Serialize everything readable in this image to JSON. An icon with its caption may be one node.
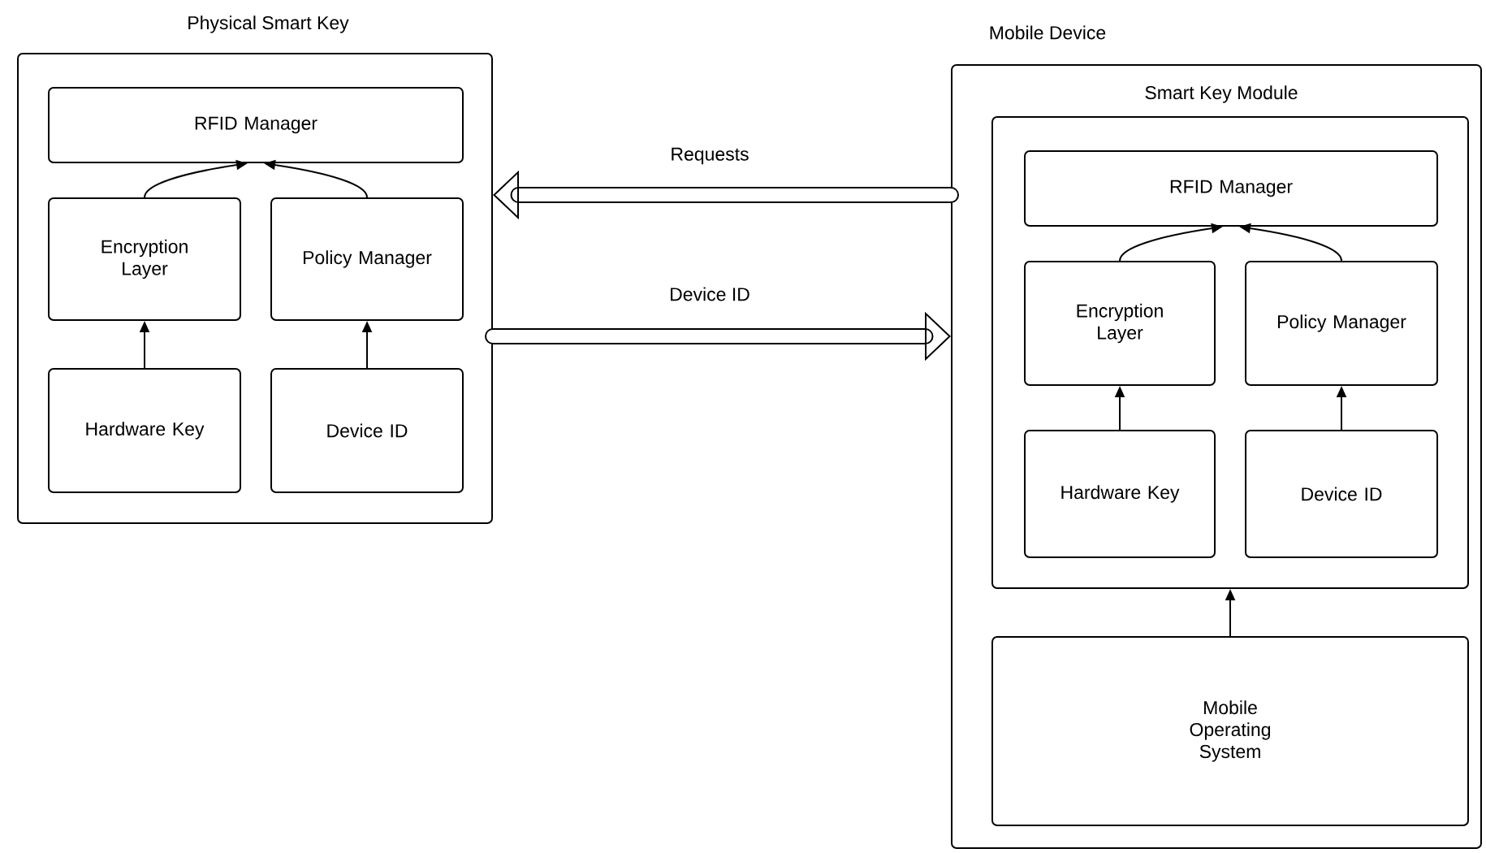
{
  "diagram": {
    "nodes": [
      {
        "text": [
          "Physical Smart Key"
        ]
      },
      {
        "text": [
          "RFID Manager"
        ],
        "in": 0
      },
      {
        "text": [
          "Encryption Layer"
        ],
        "in": 0
      },
      {
        "text": [
          "Policy Manager"
        ],
        "in": 0
      },
      {
        "text": [
          "Hardware Key"
        ],
        "in": 0
      },
      {
        "text": [
          "Device ID"
        ],
        "in": 0
      },
      {
        "text": [
          "Mobile Device"
        ]
      },
      {
        "text": [
          "Smart Key Module"
        ],
        "in": 6
      },
      {
        "text": [
          "RFID Manager"
        ],
        "in": 7
      },
      {
        "text": [
          "Encryption Layer"
        ],
        "in": 7
      },
      {
        "text": [
          "Policy Manager"
        ],
        "in": 7
      },
      {
        "text": [
          "Hardware Key"
        ],
        "in": 7
      },
      {
        "text": [
          "Device ID"
        ],
        "in": 7
      },
      {
        "text": [
          "Mobile Operating System"
        ],
        "in": 6
      }
    ],
    "edges": [
      {
        "from": 2,
        "to": 1,
        "arrow": "to"
      },
      {
        "from": 3,
        "to": 1,
        "arrow": "to"
      },
      {
        "from": 4,
        "to": 2,
        "arrow": "to"
      },
      {
        "from": 5,
        "to": 3,
        "arrow": "to"
      },
      {
        "from": 6,
        "to": 0,
        "arrow": "to",
        "label": "Requests",
        "style": "thick"
      },
      {
        "from": 0,
        "to": 6,
        "arrow": "to",
        "label": "Device ID",
        "style": "thick"
      },
      {
        "from": 9,
        "to": 8,
        "arrow": "to"
      },
      {
        "from": 10,
        "to": 8,
        "arrow": "to"
      },
      {
        "from": 11,
        "to": 9,
        "arrow": "to"
      },
      {
        "from": 12,
        "to": 10,
        "arrow": "to"
      },
      {
        "from": 13,
        "to": 7,
        "arrow": "to"
      }
    ]
  }
}
